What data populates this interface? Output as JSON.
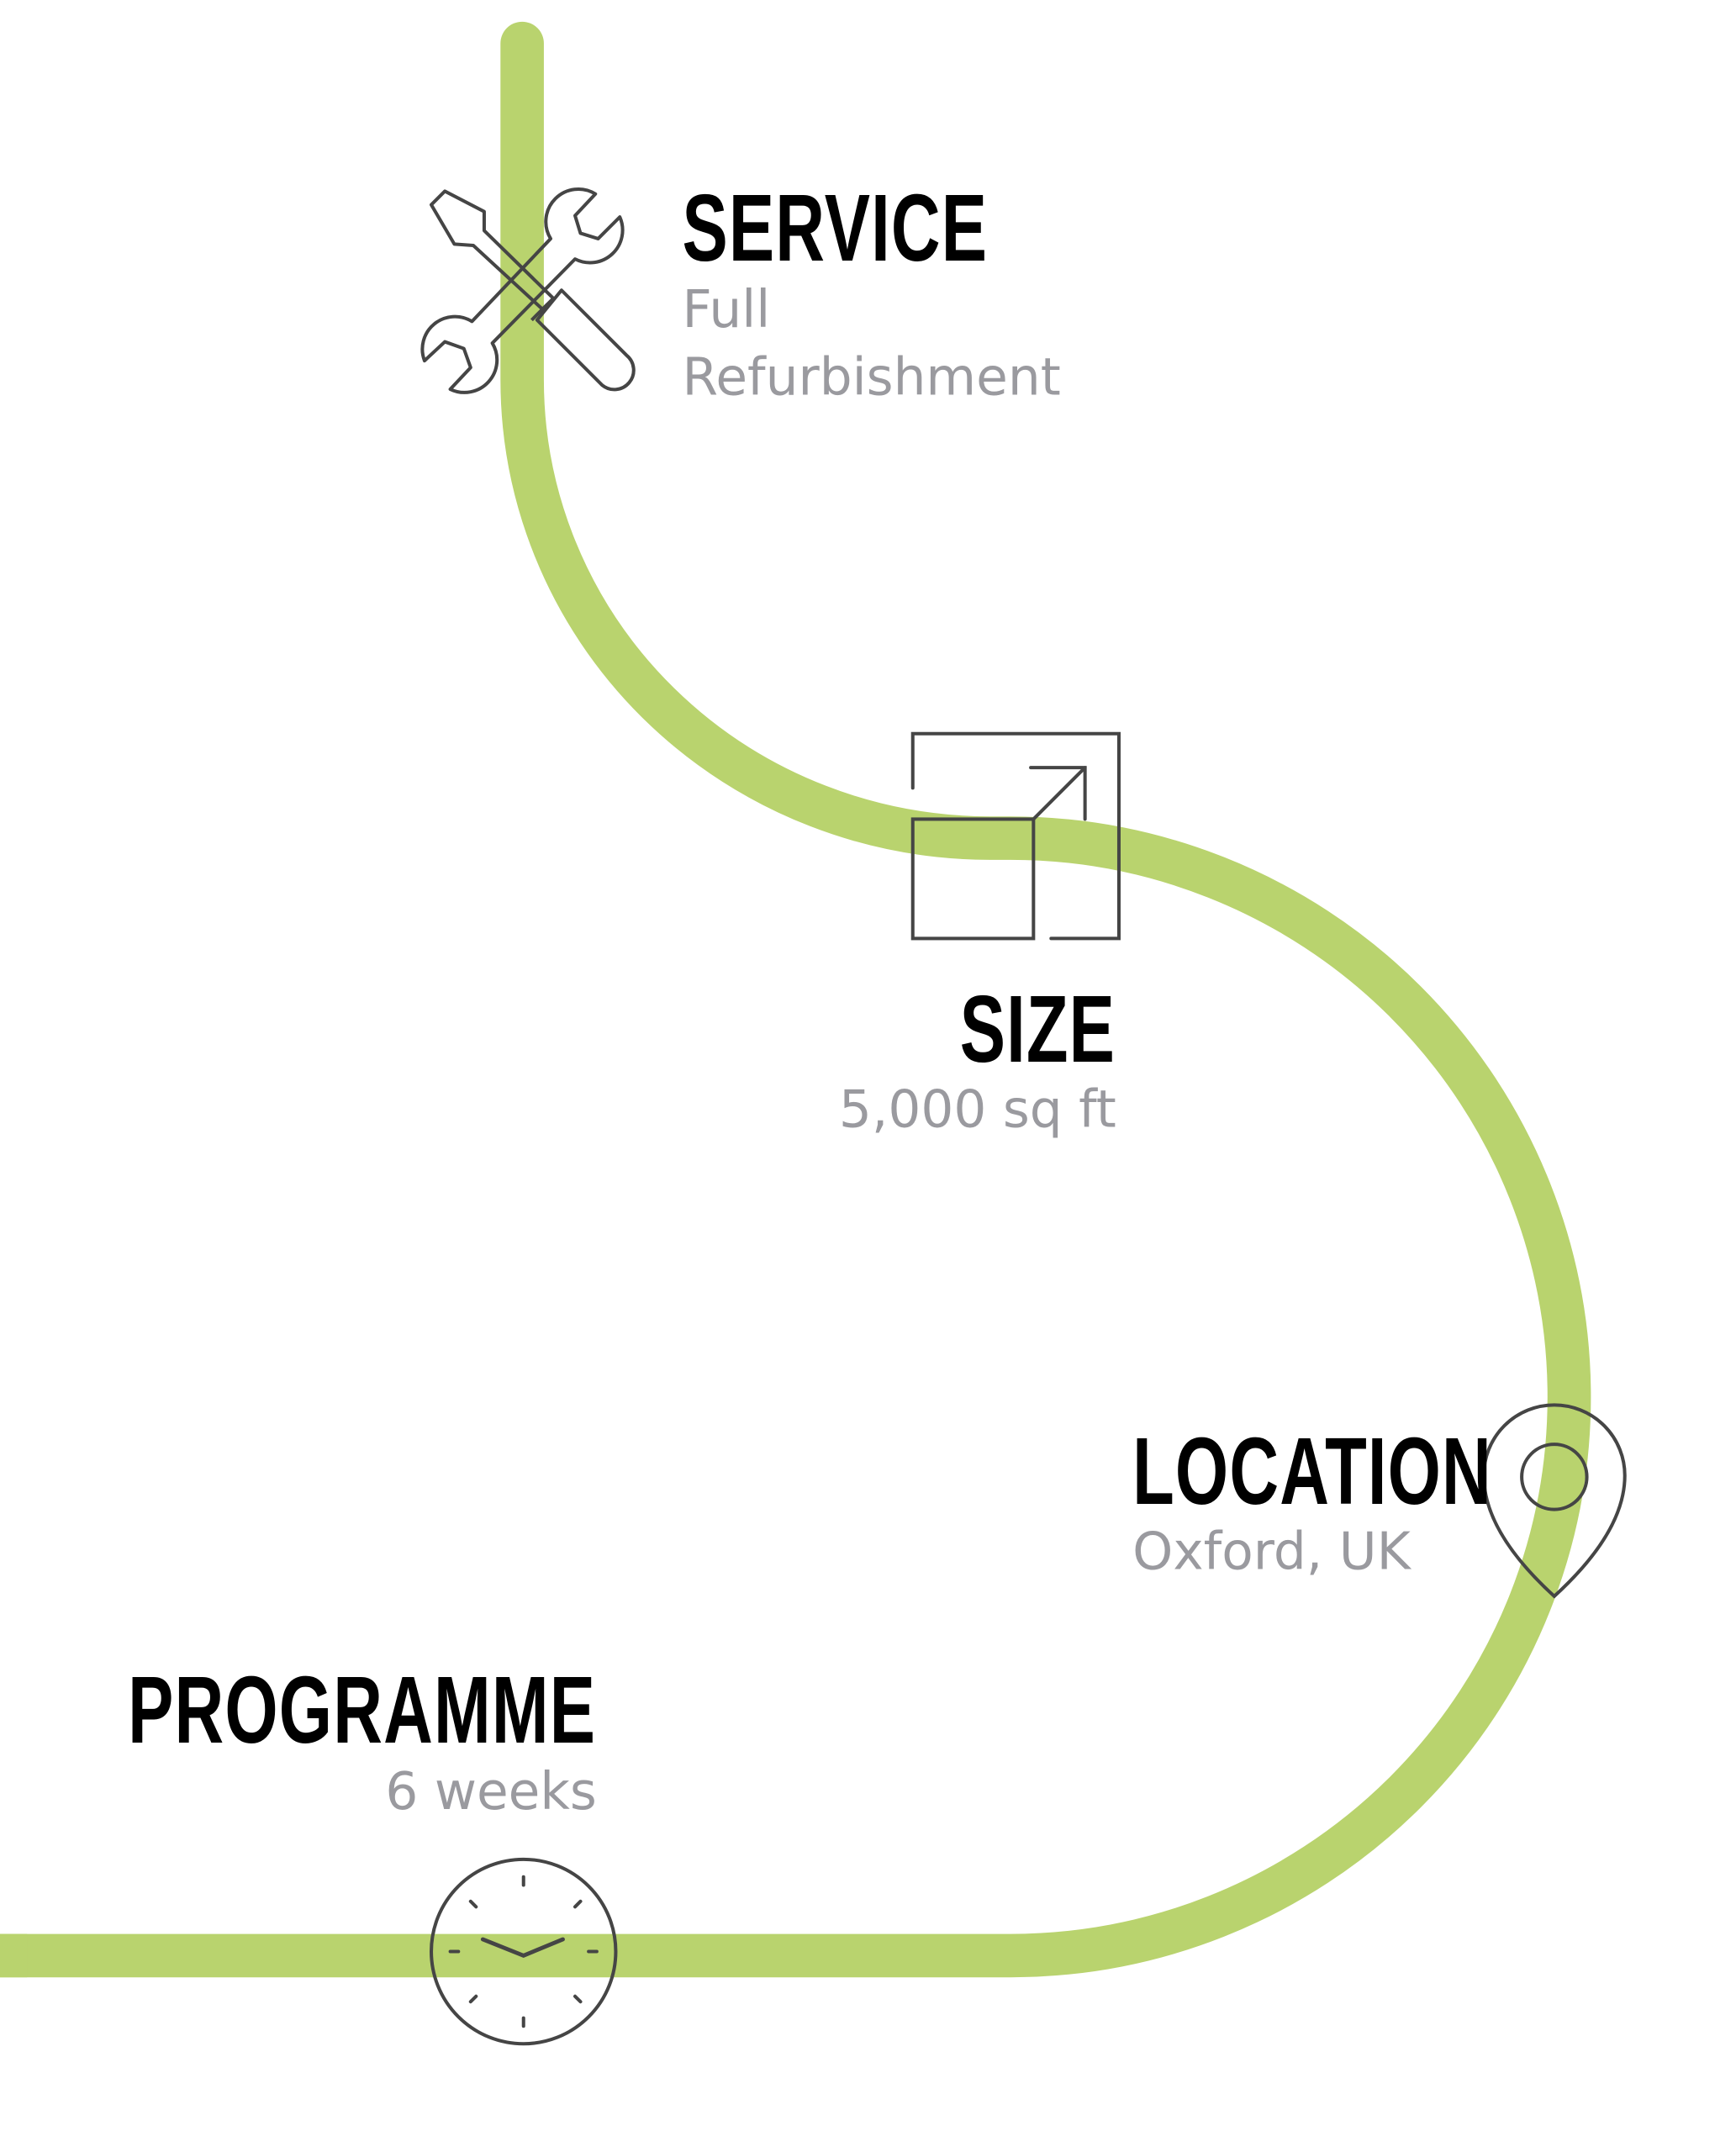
{
  "colors": {
    "path": "#b9d36e",
    "icon_stroke": "#454545",
    "heading": "#000000",
    "subtext": "#9a9a9f"
  },
  "items": [
    {
      "icon": "wrench-screwdriver-icon",
      "title": "SERVICE",
      "lines": [
        "Full",
        "Refurbishment"
      ]
    },
    {
      "icon": "resize-square-icon",
      "title": "SIZE",
      "lines": [
        "5,000 sq ft"
      ]
    },
    {
      "icon": "map-pin-icon",
      "title": "LOCATION",
      "lines": [
        "Oxford, UK"
      ]
    },
    {
      "icon": "clock-icon",
      "title": "PROGRAMME",
      "lines": [
        "6 weeks"
      ]
    }
  ]
}
